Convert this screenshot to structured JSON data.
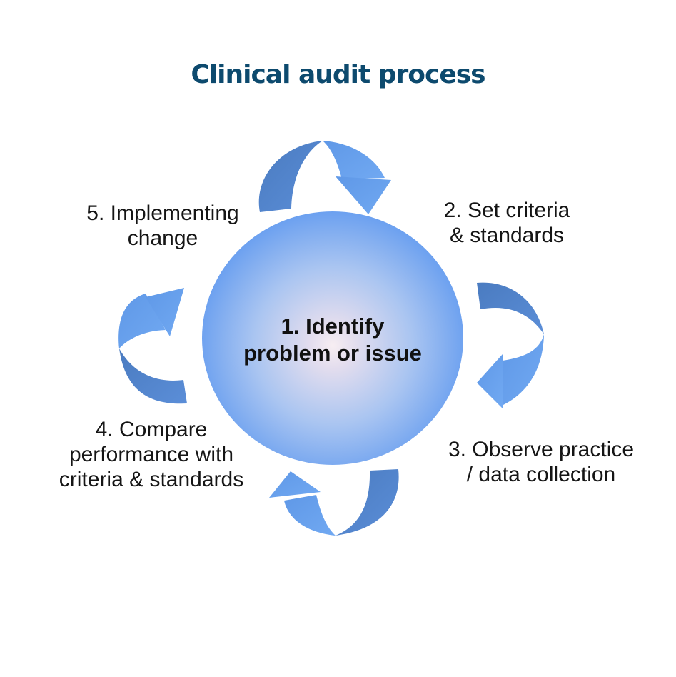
{
  "title": "Clinical audit process",
  "colors": {
    "title": "#0d4a6e",
    "arrow_dark": "#4a7bc0",
    "arrow_dark_2": "#5b8ed8",
    "arrow_light": "#5f98e7",
    "arrow_light_2": "#71a9f2",
    "circle_edge_blue": "#5593ef",
    "circle_center_pink": "#f7eef2",
    "label_text": "#151515"
  },
  "cycle": {
    "center_step": {
      "line1": "1. Identify",
      "line2": "problem or issue"
    },
    "steps": [
      {
        "key": "step-2",
        "line1": "2. Set criteria",
        "line2": "& standards"
      },
      {
        "key": "step-3",
        "line1": "3. Observe practice",
        "line2": "/ data collection"
      },
      {
        "key": "step-4",
        "line1": "4. Compare",
        "line2": "performance with",
        "line3": "criteria & standards"
      },
      {
        "key": "step-5",
        "line1": "5. Implementing",
        "line2": "change"
      }
    ]
  }
}
